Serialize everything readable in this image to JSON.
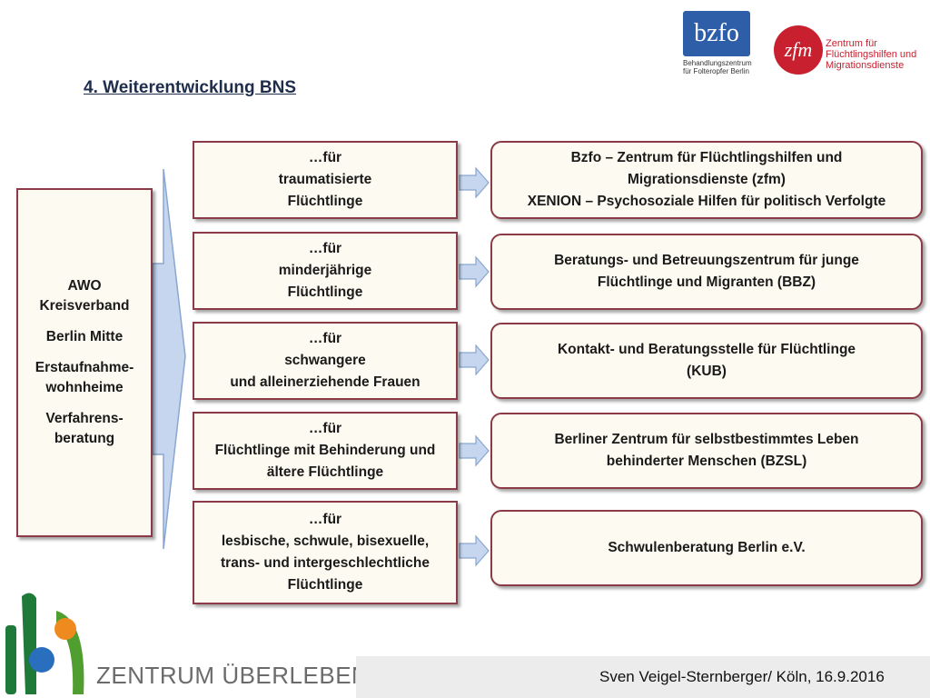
{
  "title": "4. Weiterentwicklung BNS",
  "left_box": {
    "lines": [
      "AWO",
      "Kreisverband",
      "Berlin Mitte",
      "Erstaufnahme-",
      "wohnheime",
      "Verfahrens-",
      "beratung"
    ]
  },
  "rows": [
    {
      "target": [
        "…für",
        "traumatisierte",
        "Flüchtlinge"
      ],
      "org": [
        "Bzfo – Zentrum für Flüchtlingshilfen und",
        "Migrationsdienste (zfm)",
        "XENION – Psychosoziale Hilfen für politisch Verfolgte"
      ]
    },
    {
      "target": [
        "…für",
        "minderjährige",
        "Flüchtlinge"
      ],
      "org": [
        "Beratungs- und Betreuungszentrum für junge",
        "Flüchtlinge und Migranten (BBZ)"
      ]
    },
    {
      "target": [
        "…für",
        "schwangere",
        "und alleinerziehende Frauen"
      ],
      "org": [
        "Kontakt- und Beratungsstelle für Flüchtlinge",
        "(KUB)"
      ]
    },
    {
      "target": [
        "…für",
        "Flüchtlinge mit Behinderung und",
        "ältere Flüchtlinge"
      ],
      "org": [
        "Berliner Zentrum für selbstbestimmtes  Leben",
        "behinderter Menschen (BZSL)"
      ]
    },
    {
      "target": [
        "…für",
        "lesbische, schwule, bisexuelle,",
        "trans- und intergeschlechtliche",
        "Flüchtlinge"
      ],
      "org": [
        "Schwulenberatung Berlin e.V."
      ]
    }
  ],
  "logos": {
    "bzfo": {
      "mark": "bzfo",
      "line1": "Behandlungszentrum",
      "line2": "für Folteropfer Berlin",
      "color": "#2e5ea8"
    },
    "zfm": {
      "mark": "zfm",
      "line1": "Zentrum für",
      "line2": "Flüchtlingshilfen und",
      "line3": "Migrationsdienste",
      "color": "#c8202e"
    },
    "zentrum": {
      "text": "ZENTRUM ÜBERLEBEN"
    }
  },
  "footer": "Sven Veigel-Sternberger/ Köln, 16.9.2016",
  "colors": {
    "box_border": "#8c3a46",
    "box_fill": "#fdfbf1",
    "arrow_fill": "#c6d6ee",
    "arrow_stroke": "#8aa6d0",
    "title": "#1f2d4d"
  }
}
